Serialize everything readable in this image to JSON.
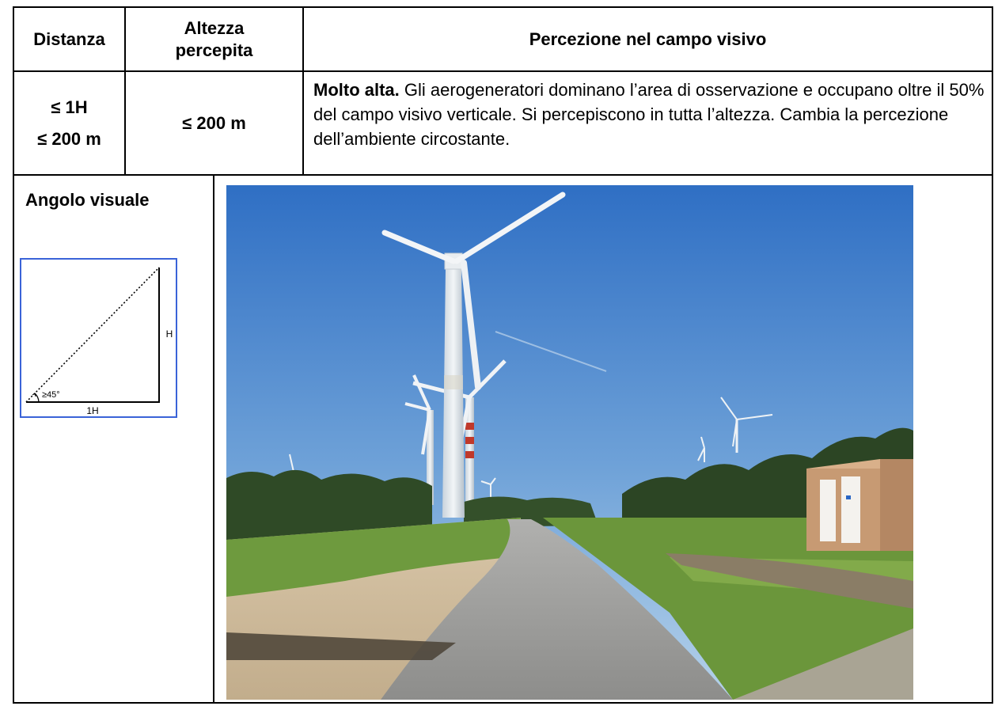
{
  "header": {
    "distanza": "Distanza",
    "altezza_line1": "Altezza",
    "altezza_line2": "percepita",
    "percezione": "Percezione nel campo visivo"
  },
  "row1": {
    "distanza_line1": "≤ 1H",
    "distanza_line2": "≤ 200 m",
    "altezza": "≤ 200 m",
    "desc_bold": "Molto alta.",
    "desc_text": " Gli aerogeneratori dominano l’area di osservazione e occupano oltre il 50% del campo visivo verticale. Si percepiscono in tutta l’altezza. Cambia la percezione dell’ambiente circostante."
  },
  "row2": {
    "angolo_label": "Angolo visuale",
    "diagram": {
      "height_label": "H",
      "base_label": "1H",
      "angle_label": "≥45°"
    }
  },
  "colors": {
    "sky_top": "#2f6fc4",
    "sky_bottom": "#a9c9e8",
    "grass": "#6e9a3e",
    "trees": "#2f4a26",
    "road": "#9a9a98",
    "cabinet": "#c79a73",
    "diagram_border": "#3a63d8"
  }
}
